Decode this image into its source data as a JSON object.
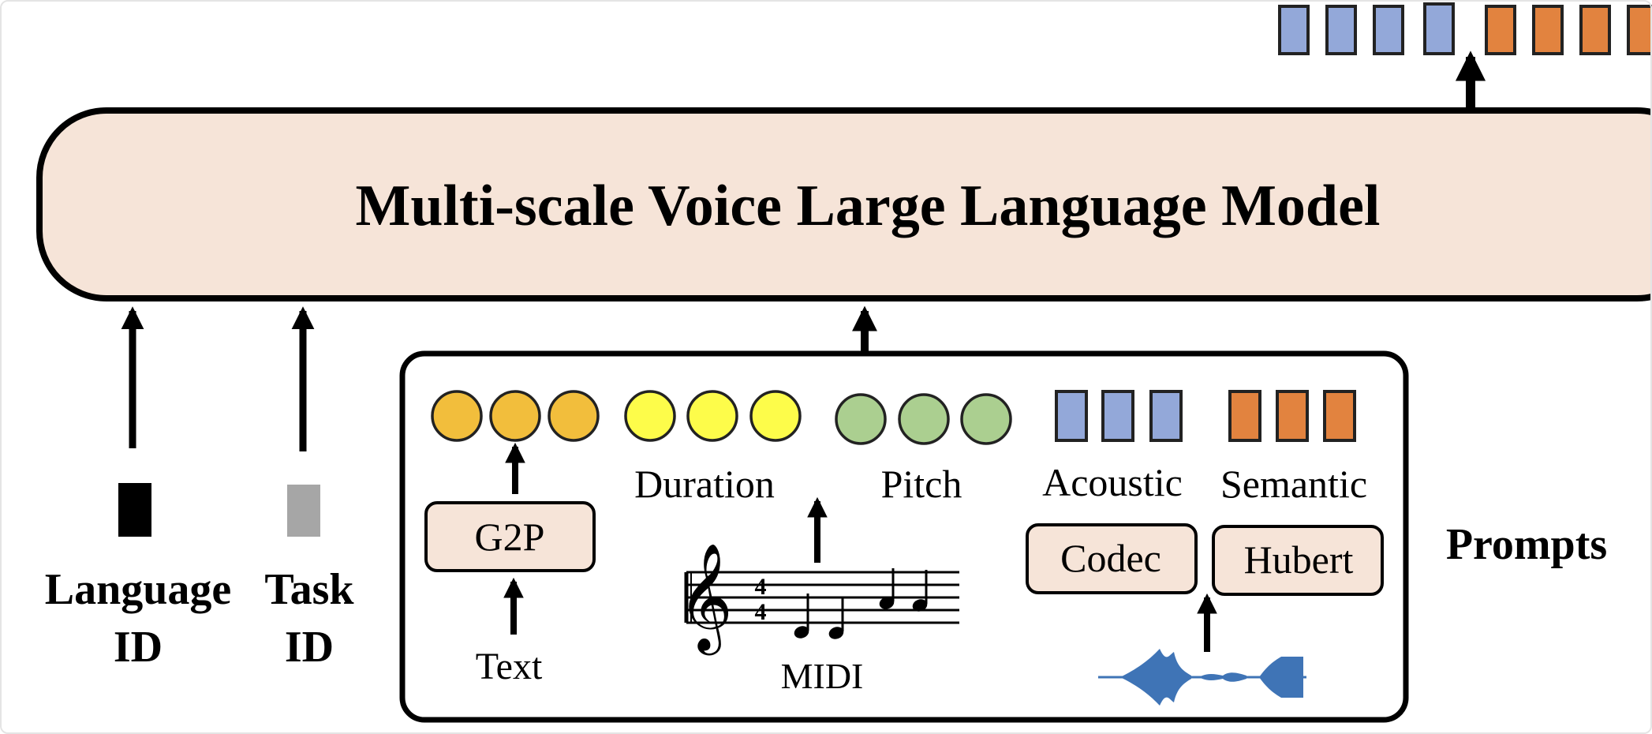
{
  "model": {
    "title": "Multi-scale Voice Large Language Model"
  },
  "inputs": {
    "language_id": {
      "line1": "Language",
      "line2": "ID"
    },
    "task_id": {
      "line1": "Task",
      "line2": "ID"
    }
  },
  "prompts": {
    "label": "Prompts",
    "duration_label": "Duration",
    "pitch_label": "Pitch",
    "acoustic_label": "Acoustic",
    "semantic_label": "Semantic",
    "g2p_label": "G2P",
    "codec_label": "Codec",
    "hubert_label": "Hubert",
    "text_label": "Text",
    "midi_label": "MIDI",
    "time_signature_top": "4",
    "time_signature_bottom": "4"
  },
  "colors": {
    "model_fill": "#f6e4d8",
    "phoneme": "#f2be3c",
    "duration": "#fdfc4a",
    "pitch": "#abcf90",
    "acoustic": "#93a8d9",
    "semantic": "#e2833f",
    "waveform": "#3f74b6",
    "language_id": "#000000",
    "task_id": "#a6a6a6"
  }
}
